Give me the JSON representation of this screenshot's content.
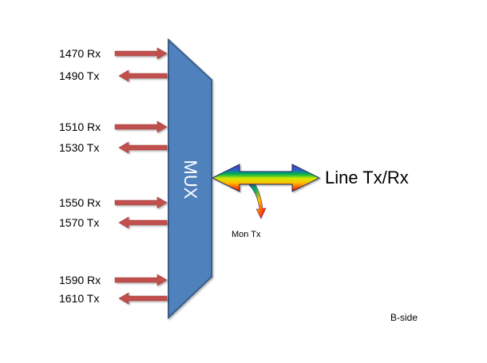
{
  "ports": [
    {
      "label": "1470 Rx",
      "direction": "in"
    },
    {
      "label": "1490 Tx",
      "direction": "out"
    },
    {
      "label": "1510 Rx",
      "direction": "in"
    },
    {
      "label": "1530 Tx",
      "direction": "out"
    },
    {
      "label": "1550 Rx",
      "direction": "in"
    },
    {
      "label": "1570 Tx",
      "direction": "out"
    },
    {
      "label": "1590 Rx",
      "direction": "in"
    },
    {
      "label": "1610 Tx",
      "direction": "out"
    }
  ],
  "mux": {
    "label": "MUX",
    "color": "#4f81bd",
    "border": "#385d8a"
  },
  "line": {
    "label": "Line Tx/Rx"
  },
  "monitor": {
    "label": "Mon Tx"
  },
  "side": {
    "label": "B-side"
  },
  "colors": {
    "port_arrow": "#c0504d",
    "port_arrow_border": "#a03c3a"
  }
}
